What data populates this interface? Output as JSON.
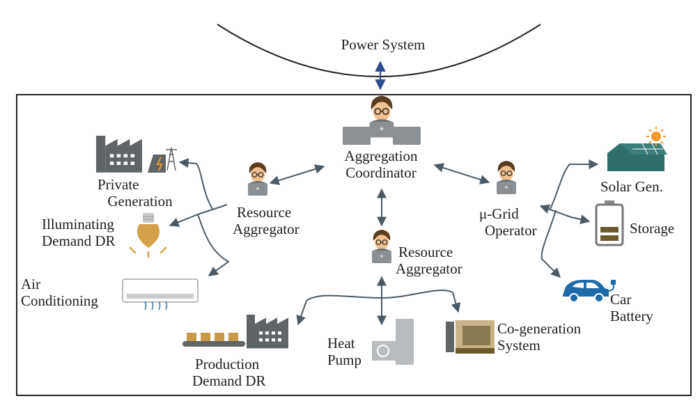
{
  "power_system": {
    "label": "Power System"
  },
  "coordinator": {
    "line1": "Aggregation",
    "line2": "Coordinator"
  },
  "resource_aggregator_left": {
    "line1": "Resource",
    "line2": "Aggregator"
  },
  "resource_aggregator_center": {
    "line1": "Resource",
    "line2": "Aggregator"
  },
  "micro_grid": {
    "line1": "μ-Grid",
    "line2": "Operator"
  },
  "private_generation": {
    "line1": "Private",
    "line2": "Generation"
  },
  "illuminating": {
    "line1": "Illuminating",
    "line2": "Demand DR"
  },
  "air_conditioning": {
    "line1": "Air",
    "line2": "Conditioning"
  },
  "production": {
    "line1": "Production",
    "line2": "Demand DR"
  },
  "heat_pump": {
    "line1": "Heat",
    "line2": "Pump"
  },
  "cogeneration": {
    "line1": "Co-generation",
    "line2": "System"
  },
  "solar": {
    "label": "Solar Gen."
  },
  "storage": {
    "label": "Storage"
  },
  "car_battery": {
    "line1": "Car",
    "line2": "Battery"
  },
  "colors": {
    "arrow": "#4a5a66",
    "power_arrow": "#2e4b8f",
    "factory": "#5f6467",
    "person_hair": "#5a3b1e",
    "skin": "#f1c08e",
    "laptop": "#8b9094",
    "bulb": "#d4a04a",
    "solar_house": "#2e6f6c",
    "sun": "#f09a2a",
    "battery_fill": "#6b5a2e",
    "car": "#1f6aa8",
    "cogen": "#8a7a50"
  }
}
